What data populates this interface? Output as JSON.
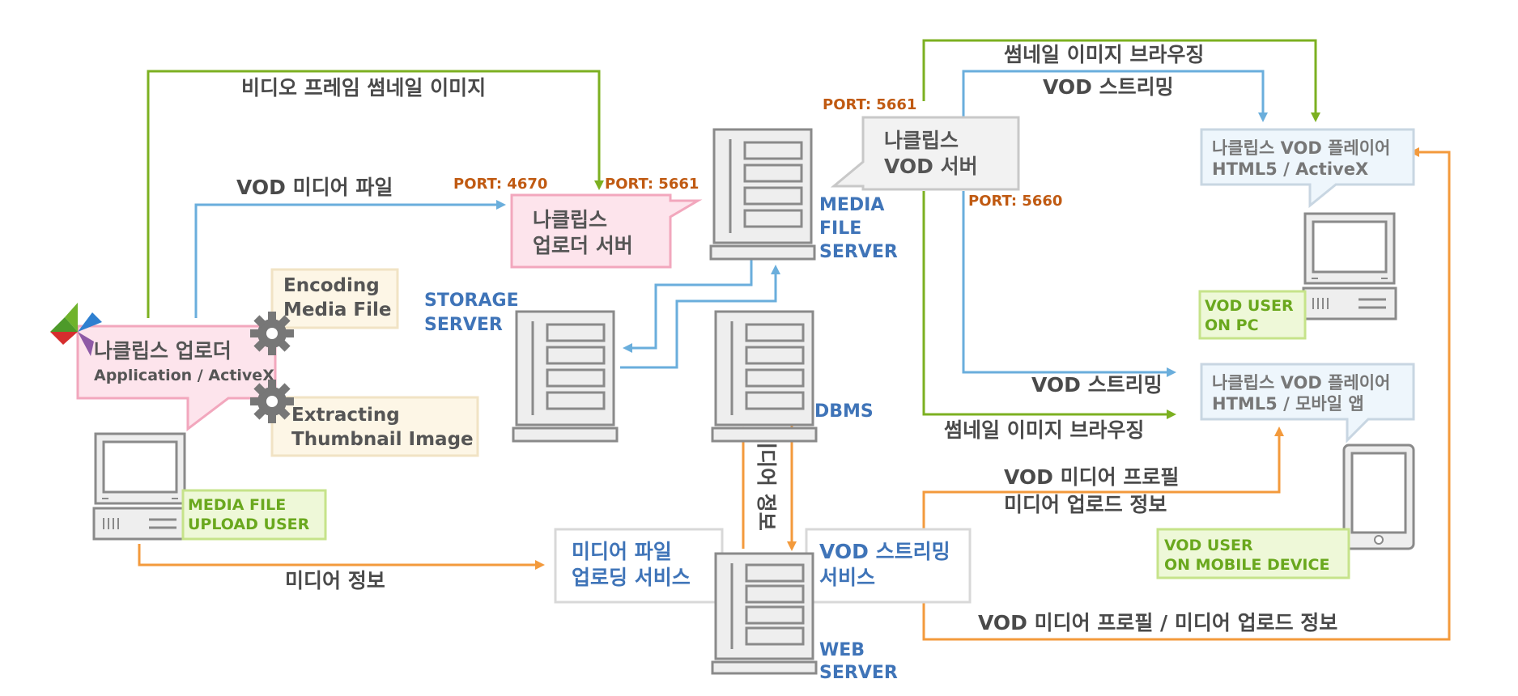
{
  "flows": {
    "thumbnail_top": "비디오 프레임 썸네일 이미지",
    "vod_media_file": "VOD 미디어 파일",
    "thumbnail_browsing_top": "썸네일 이미지 브라우징",
    "vod_streaming_top": "VOD 스트리밍",
    "vod_streaming_mid": "VOD 스트리밍",
    "thumbnail_browsing_mid": "썸네일 이미지 브라우징",
    "vod_media_profile": "VOD 미디어 프로필",
    "media_upload_info": "미디어 업로드 정보",
    "media_info_left": "미디어 정보",
    "media_info_vertical": "미디어 정보",
    "profile_bottom": "VOD 미디어 프로필 / 미디어 업로드 정보"
  },
  "ports": {
    "uploader_4670": "PORT: 4670",
    "uploader_5661": "PORT: 5661",
    "vod_5661": "PORT: 5661",
    "vod_5660": "PORT: 5660"
  },
  "bubbles": {
    "uploader_server_line1": "나클립스",
    "uploader_server_line2": "업로더 서버",
    "vod_server_line1": "나클립스",
    "vod_server_line2": "VOD 서버",
    "uploader_app_line1": "나클립스 업로더",
    "uploader_app_line2": "Application / ActiveX",
    "encoding_line1": "Encoding",
    "encoding_line2": "Media File",
    "extracting_line1": "Extracting",
    "extracting_line2": "Thumbnail Image",
    "player_pc_line1": "나클립스 VOD 플레이어",
    "player_pc_line2": "HTML5 / ActiveX",
    "player_mobile_line1": "나클립스 VOD 플레이어",
    "player_mobile_line2": "HTML5 / 모바일 앱",
    "upload_service_line1": "미디어 파일",
    "upload_service_line2": "업로딩 서비스",
    "streaming_service_line1": "VOD 스트리밍",
    "streaming_service_line2": "서비스"
  },
  "servers": {
    "media_line1": "MEDIA",
    "media_line2": "FILE",
    "media_line3": "SERVER",
    "storage_line1": "STORAGE",
    "storage_line2": "SERVER",
    "dbms": "DBMS",
    "web_line1": "WEB",
    "web_line2": "SERVER"
  },
  "users": {
    "upload_line1": "MEDIA FILE",
    "upload_line2": "UPLOAD USER",
    "pc_line1": "VOD USER",
    "pc_line2": "ON PC",
    "mobile_line1": "VOD USER",
    "mobile_line2": "ON MOBILE DEVICE"
  },
  "colors": {
    "green_line": "#7cb021",
    "blue_line": "#6aaedc",
    "orange_line": "#f39a3c",
    "pink_bubble": "#fde4ec",
    "pink_border": "#f2a7bd",
    "label_blue": "#3f74b8",
    "label_green": "#6aa81e",
    "port_orange": "#c05a12"
  }
}
